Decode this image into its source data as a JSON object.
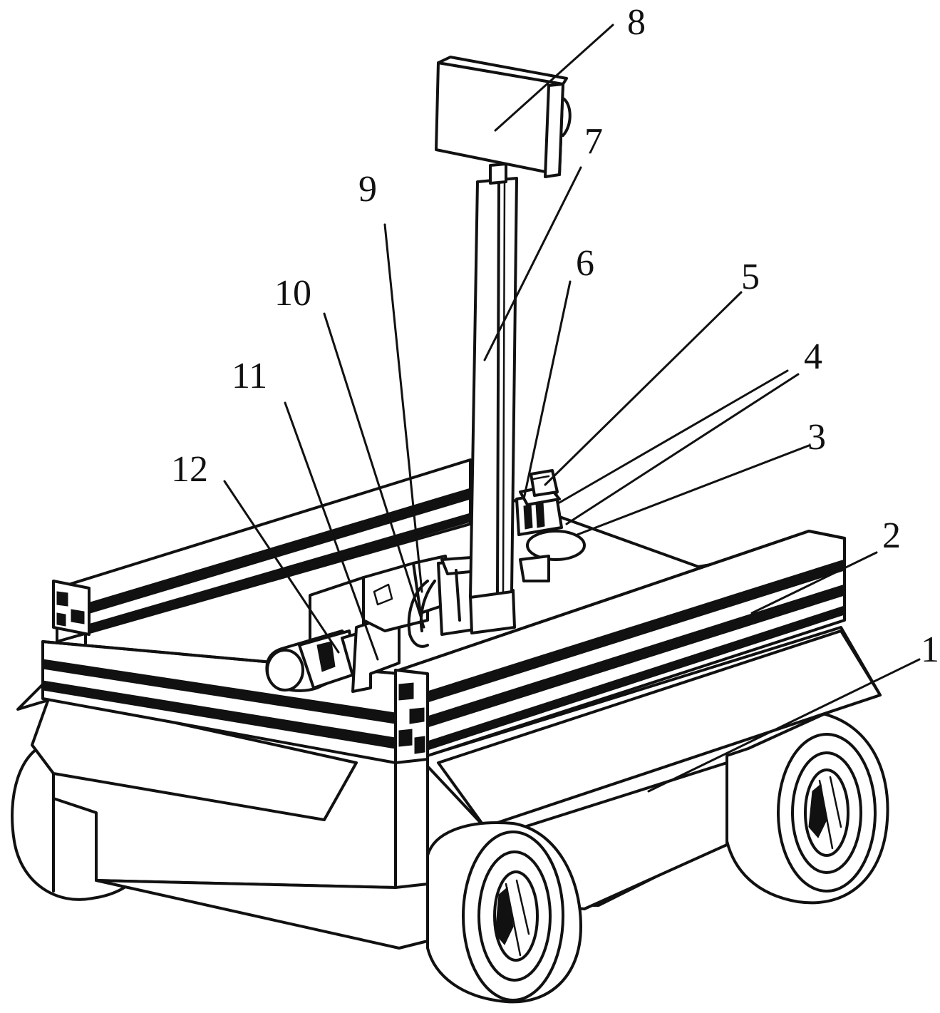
{
  "colors": {
    "line": "#111111",
    "background": "#ffffff"
  },
  "callouts": [
    {
      "id": "1",
      "label": "1"
    },
    {
      "id": "2",
      "label": "2"
    },
    {
      "id": "3",
      "label": "3"
    },
    {
      "id": "4",
      "label": "4"
    },
    {
      "id": "5",
      "label": "5"
    },
    {
      "id": "6",
      "label": "6"
    },
    {
      "id": "7",
      "label": "7"
    },
    {
      "id": "8",
      "label": "8"
    },
    {
      "id": "9",
      "label": "9"
    },
    {
      "id": "10",
      "label": "10"
    },
    {
      "id": "11",
      "label": "11"
    },
    {
      "id": "12",
      "label": "12"
    }
  ]
}
